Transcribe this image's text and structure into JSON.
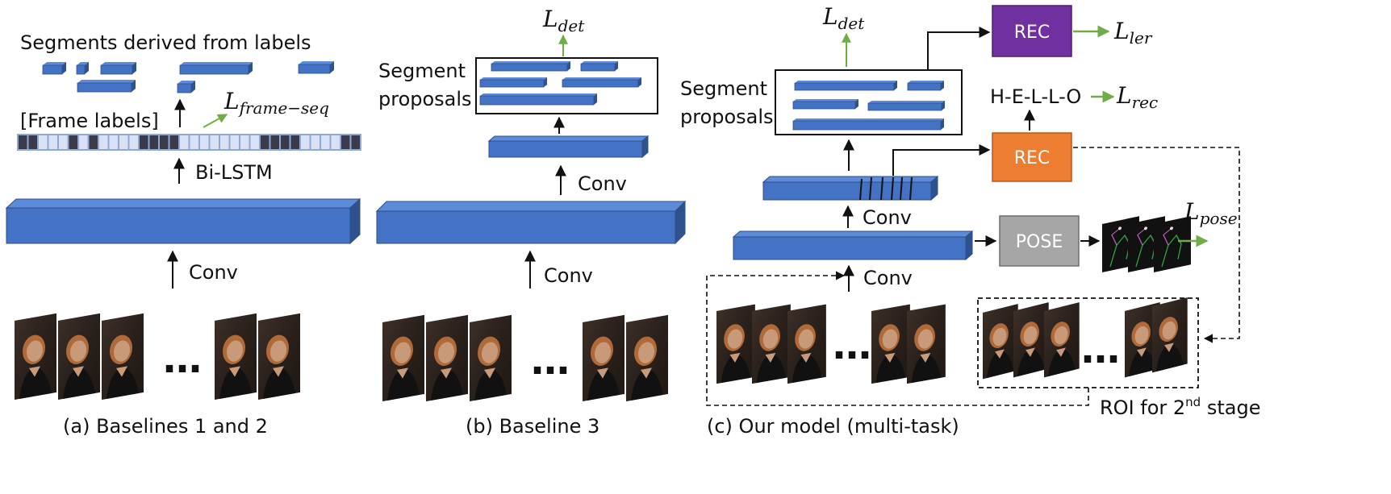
{
  "colors": {
    "block_front": "#4472C4",
    "block_top": "#5B8BD9",
    "block_side": "#2F528F",
    "block_edge": "#2E4E8A",
    "green_arrow": "#70AD47",
    "rec_purple": "#7030A0",
    "rec_orange": "#ED7D31",
    "pose_gray": "#A6A6A6",
    "frame_dark": "#3A3A4A",
    "frame_light": "#D9E2F3",
    "photo_bg": "#2A1F1A",
    "photo_skin": "#C99A7A",
    "photo_hair": "#B06A3A"
  },
  "panel_a": {
    "title": "Segments derived from labels",
    "frame_labels": "[Frame labels]",
    "loss": "L",
    "loss_sub": "frame−seq",
    "bilstm": "Bi-LSTM",
    "conv": "Conv",
    "ellipsis": "…",
    "caption": "(a) Baselines 1 and 2",
    "frame_pattern": [
      1,
      1,
      0,
      0,
      0,
      1,
      0,
      1,
      0,
      0,
      0,
      0,
      1,
      1,
      1,
      1,
      0,
      0,
      0,
      0,
      0,
      0,
      0,
      0,
      1,
      1,
      1,
      1,
      0,
      0,
      0,
      0,
      1,
      1
    ]
  },
  "panel_b": {
    "loss": "L",
    "loss_sub": "det",
    "segment_line1": "Segment",
    "segment_line2": "proposals",
    "conv": "Conv",
    "ellipsis": "…",
    "caption": "(b) Baseline 3"
  },
  "panel_c": {
    "loss_det": "L",
    "loss_det_sub": "det",
    "segment_line1": "Segment",
    "segment_line2": "proposals",
    "rec_top": "REC",
    "loss_ler": "L",
    "loss_ler_sub": "ler",
    "hello": "H-E-L-L-O",
    "loss_rec": "L",
    "loss_rec_sub": "rec",
    "rec_mid": "REC",
    "conv_upper": "Conv",
    "pose": "POSE",
    "loss_pose": "L",
    "loss_pose_sub": "pose",
    "conv_lower": "Conv",
    "ellipsis_left": "…",
    "ellipsis_right": "…",
    "roi_prefix": "ROI for 2",
    "roi_sup": "nd",
    "roi_suffix": " stage",
    "caption": "(c) Our model (multi-task)"
  }
}
